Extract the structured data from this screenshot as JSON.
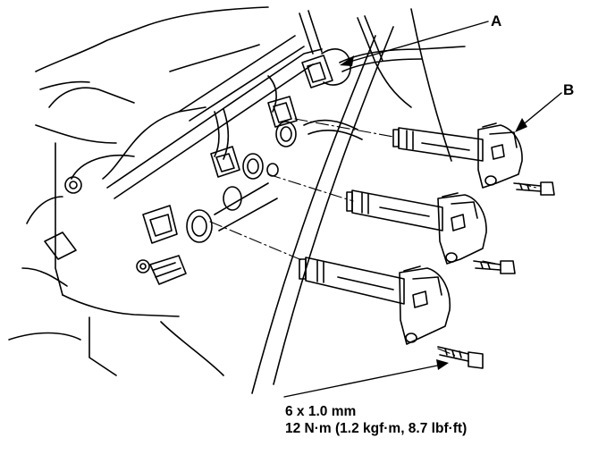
{
  "callouts": {
    "a": "A",
    "b": "B"
  },
  "bolt_spec": {
    "size": "6 x 1.0 mm",
    "torque": "12 N·m (1.2 kgf·m, 8.7 lbf·ft)"
  },
  "colors": {
    "ink": "#000000",
    "paper": "#ffffff"
  }
}
